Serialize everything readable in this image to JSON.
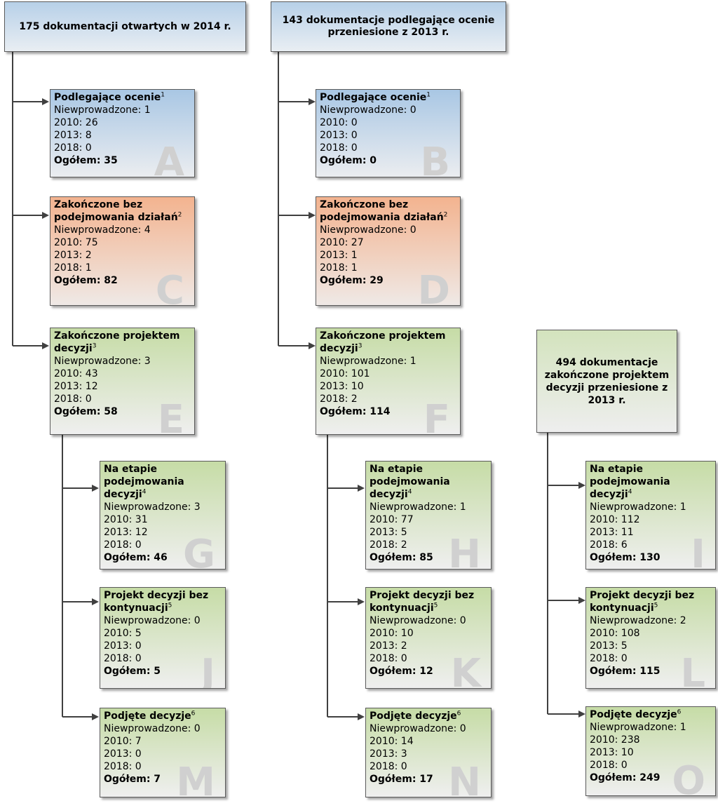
{
  "headers": {
    "col1": "175 dokumentacji otwartych w 2014 r.",
    "col2": "143 dokumentacje podlegające ocenie przeniesione z 2013 r.",
    "col3": "494 dokumentacje zakończone projektem decyzji przeniesione z 2013 r."
  },
  "nodes": {
    "A": {
      "title": "Podlegające ocenie",
      "sup": "1",
      "niew": "Niewprowadzone: 1",
      "y2010": "2010: 26",
      "y2013": "2013: 8",
      "y2018": "2018: 0",
      "total": "Ogółem: 35",
      "letter": "A"
    },
    "B": {
      "title": "Podlegające ocenie",
      "sup": "1",
      "niew": "Niewprowadzone: 0",
      "y2010": "2010: 0",
      "y2013": "2013: 0",
      "y2018": "2018: 0",
      "total": "Ogółem: 0",
      "letter": "B"
    },
    "C": {
      "title": "Zakończone bez podejmowania działań",
      "sup": "2",
      "niew": "Niewprowadzone: 4",
      "y2010": "2010: 75",
      "y2013": "2013: 2",
      "y2018": "2018: 1",
      "total": "Ogółem: 82",
      "letter": "C"
    },
    "D": {
      "title": "Zakończone bez podejmowania działań",
      "sup": "2",
      "niew": "Niewprowadzone: 0",
      "y2010": "2010: 27",
      "y2013": "2013: 1",
      "y2018": "2018: 1",
      "total": "Ogółem: 29",
      "letter": "D"
    },
    "E": {
      "title": "Zakończone projektem decyzji",
      "sup": "3",
      "niew": "Niewprowadzone: 3",
      "y2010": "2010: 43",
      "y2013": "2013: 12",
      "y2018": "2018: 0",
      "total": "Ogółem: 58",
      "letter": "E"
    },
    "F": {
      "title": "Zakończone projektem decyzji",
      "sup": "3",
      "niew": "Niewprowadzone: 1",
      "y2010": "2010: 101",
      "y2013": "2013: 10",
      "y2018": "2018: 2",
      "total": "Ogółem: 114",
      "letter": "F"
    },
    "G": {
      "title": "Na etapie podejmowania decyzji",
      "sup": "4",
      "niew": "Niewprowadzone: 3",
      "y2010": "2010: 31",
      "y2013": "2013: 12",
      "y2018": "2018: 0",
      "total": "Ogółem: 46",
      "letter": "G"
    },
    "H": {
      "title": "Na etapie podejmowania decyzji",
      "sup": "4",
      "niew": "Niewprowadzone: 1",
      "y2010": "2010: 77",
      "y2013": "2013: 5",
      "y2018": "2018: 2",
      "total": "Ogółem: 85",
      "letter": "H"
    },
    "I": {
      "title": "Na etapie podejmowania decyzji",
      "sup": "4",
      "niew": "Niewprowadzone: 1",
      "y2010": "2010: 112",
      "y2013": "2013: 11",
      "y2018": "2018: 6",
      "total": "Ogółem: 130",
      "letter": "I"
    },
    "J": {
      "title": "Projekt decyzji bez kontynuacji",
      "sup": "5",
      "niew": "Niewprowadzone: 0",
      "y2010": "2010: 5",
      "y2013": "2013: 0",
      "y2018": "2018: 0",
      "total": "Ogółem: 5",
      "letter": "J"
    },
    "K": {
      "title": "Projekt decyzji bez kontynuacji",
      "sup": "5",
      "niew": "Niewprowadzone: 0",
      "y2010": "2010: 10",
      "y2013": "2013: 2",
      "y2018": "2018: 0",
      "total": "Ogółem: 12",
      "letter": "K"
    },
    "L": {
      "title": "Projekt decyzji bez kontynuacji",
      "sup": "5",
      "niew": "Niewprowadzone: 2",
      "y2010": "2010: 108",
      "y2013": "2013: 5",
      "y2018": "2018: 0",
      "total": "Ogółem: 115",
      "letter": "L"
    },
    "M": {
      "title": "Podjęte decyzje",
      "sup": "6",
      "niew": "Niewprowadzone: 0",
      "y2010": "2010: 7",
      "y2013": "2013: 0",
      "y2018": "2018: 0",
      "total": "Ogółem: 7",
      "letter": "M"
    },
    "N": {
      "title": "Podjęte decyzje",
      "sup": "6",
      "niew": "Niewprowadzone: 0",
      "y2010": "2010: 14",
      "y2013": "2013: 3",
      "y2018": "2018: 0",
      "total": "Ogółem: 17",
      "letter": "N"
    },
    "O": {
      "title": "Podjęte decyzje",
      "sup": "6",
      "niew": "Niewprowadzone: 1",
      "y2010": "2010: 238",
      "y2013": "2013: 10",
      "y2018": "2018: 0",
      "total": "Ogółem: 249",
      "letter": "O"
    }
  }
}
